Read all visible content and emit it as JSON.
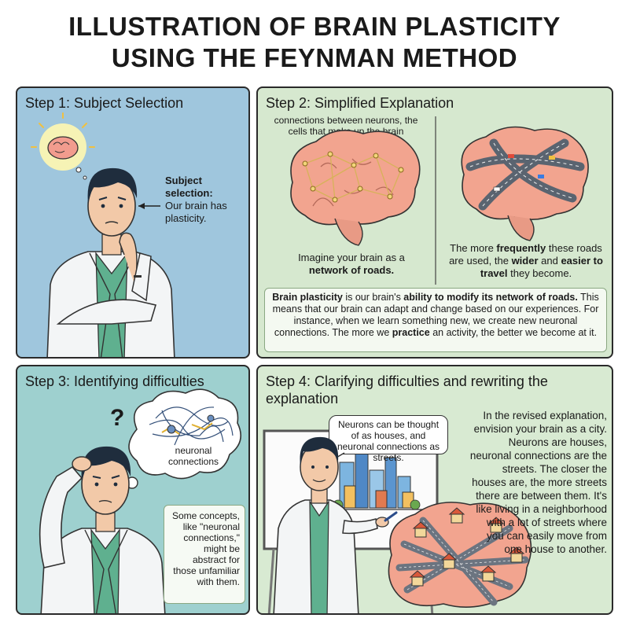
{
  "title": {
    "line1": "ILLUSTRATION OF BRAIN PLASTICITY",
    "line2": "USING THE FEYNMAN METHOD"
  },
  "step1": {
    "heading": "Step 1: Subject Selection",
    "label_bold": "Subject selection:",
    "label_rest": "Our brain has plasticity."
  },
  "step2": {
    "heading": "Step 2: Simplified Explanation",
    "neurons_caption": "connections between neurons, the cells that make up the brain",
    "left_caption_1": "Imagine your brain as a",
    "left_caption_bold": "network of roads.",
    "right_caption_1": "The more ",
    "right_caption_b1": "frequently",
    "right_caption_2": " these roads are used, the ",
    "right_caption_b2": "wider",
    "right_caption_3": " and ",
    "right_caption_b3": "easier to travel",
    "right_caption_4": " they become.",
    "summary_b1": "Brain plasticity",
    "summary_1": " is our brain's ",
    "summary_b2": "ability to modify its network of roads.",
    "summary_2": " This means that our brain can adapt and change based on our experiences. For instance, when we learn something new, we create new neuronal connections. The more we ",
    "summary_b3": "practice",
    "summary_3": " an activity, the better we become at it."
  },
  "step3": {
    "heading": "Step 3: Identifying difficulties",
    "bubble_label": "neuronal connections",
    "question": "?",
    "note": "Some concepts, like \"neuronal connections,\" might be abstract for those unfamiliar with them."
  },
  "step4": {
    "heading": "Step 4: Clarifying difficulties and rewriting the explanation",
    "speech": "Neurons can be thought of as houses, and neuronal connections as streets.",
    "revised": "In the revised explanation, envision your brain as a city. Neurons are houses, neuronal connections are the streets. The closer the houses are, the more streets there are between them. It's like living in a neighborhood with a lot of streets where you can easily move from one house to another."
  },
  "colors": {
    "brain": "#f2a48f",
    "coat": "#f3f5f6",
    "shirt": "#5fb08f",
    "hair": "#1f2d3d",
    "skin": "#f2c9a8"
  }
}
